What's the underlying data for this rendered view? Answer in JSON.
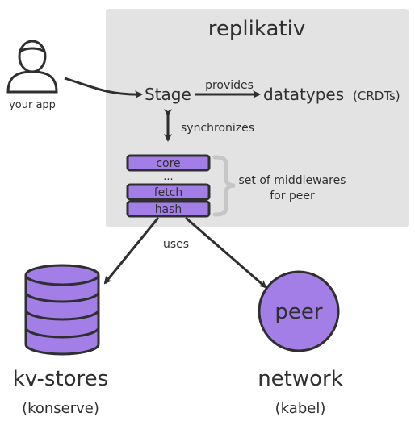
{
  "title": "replikativ",
  "actor": {
    "label": "your app",
    "icon": "user-icon"
  },
  "stage": {
    "label": "Stage"
  },
  "datatypes": {
    "label": "datatypes",
    "suffix": "(CRDTs)"
  },
  "edges": {
    "provides": "provides",
    "synchronizes": "synchronizes",
    "uses": "uses"
  },
  "middlewares": {
    "items": [
      "core",
      "...",
      "fetch",
      "hash"
    ],
    "caption_line1": "set of middlewares",
    "caption_line2": "for peer"
  },
  "kv_stores": {
    "label": "kv-stores",
    "sublabel": "(konserve)",
    "icon": "database-icon"
  },
  "peer": {
    "circle_label": "peer",
    "label": "network",
    "sublabel": "(kabel)"
  },
  "colors": {
    "panel": "#e3e3e3",
    "accent": "#a27ee6",
    "stroke": "#2f2f2f",
    "brace": "#c6c6c6"
  }
}
